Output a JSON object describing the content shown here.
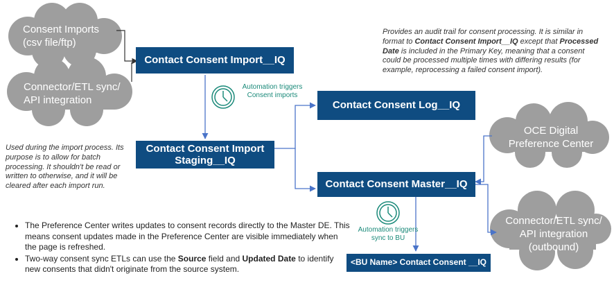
{
  "clouds": {
    "consent_imports": [
      "Consent Imports",
      "(csv file/ftp)"
    ],
    "connector_etl_inbound": [
      "Connector/ETL sync/",
      "API integration"
    ],
    "oce_digital": [
      "OCE Digital",
      "Preference Center"
    ],
    "connector_etl_outbound": [
      "Connector/ETL sync/",
      "API integration",
      "(outbound)"
    ]
  },
  "boxes": {
    "import": "Contact Consent Import__IQ",
    "staging_line1": "Contact Consent Import",
    "staging_line2": "Staging__IQ",
    "log": "Contact Consent Log__IQ",
    "master": "Contact Consent Master__IQ",
    "bu": "<BU Name> Contact Consent __IQ"
  },
  "automation": {
    "consent_imports": [
      "Automation triggers",
      "Consent imports"
    ],
    "sync_bu": [
      "Automation triggers",
      "sync to BU"
    ]
  },
  "notes": {
    "log_note": {
      "part1": "Provides an audit trail for consent processing. It is similar in format to ",
      "bold1": "Contact Consent Import__IQ",
      "part2": " except that ",
      "bold2": "Processed Date",
      "part3": " is included in the Primary Key, meaning that a consent could be processed multiple times with differing results (for example, reprocessing a failed consent import)."
    },
    "staging_note": "Used during the import process. Its purpose is to allow for batch processing. It shouldn't be read or written to otherwise, and it will be cleared after each import run."
  },
  "bullets": {
    "b1": "The Preference Center writes updates to consent records directly to the Master DE. This means consent updates made in the Preference Center are visible immediately when the page is refreshed.",
    "b2_part1": "Two-way consent sync ETLs can use the ",
    "b2_bold1": "Source",
    "b2_part2": " field and ",
    "b2_bold2": "Updated Date",
    "b2_part3": " to identify new consents that didn't originate from the source system."
  },
  "colors": {
    "box": "#0f4c81",
    "cloud": "#9e9e9e",
    "arrow": "#4a74c9",
    "clock": "#1b8a7a"
  }
}
